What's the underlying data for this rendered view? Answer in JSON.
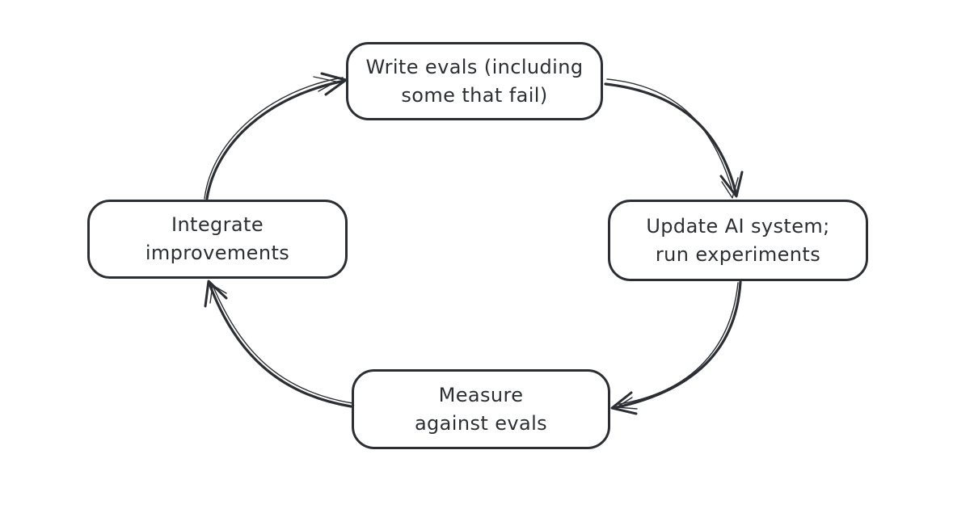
{
  "diagram": {
    "type": "cycle-flowchart",
    "style": "hand-drawn",
    "colors": {
      "background": "#ffffff",
      "stroke": "#2b2f33",
      "node_fill": "#ffffff"
    },
    "nodes": [
      {
        "id": "write-evals",
        "position": "top",
        "label": "Write evals (including\nsome that fail)"
      },
      {
        "id": "update-ai-system",
        "position": "right",
        "label": "Update AI system;\nrun experiments"
      },
      {
        "id": "measure-against-evals",
        "position": "bottom",
        "label": "Measure\nagainst evals"
      },
      {
        "id": "integrate-improvements",
        "position": "left",
        "label": "Integrate\nimprovements"
      }
    ],
    "edges": [
      {
        "from": "write-evals",
        "to": "update-ai-system",
        "direction": "clockwise"
      },
      {
        "from": "update-ai-system",
        "to": "measure-against-evals",
        "direction": "clockwise"
      },
      {
        "from": "measure-against-evals",
        "to": "integrate-improvements",
        "direction": "clockwise"
      },
      {
        "from": "integrate-improvements",
        "to": "write-evals",
        "direction": "clockwise"
      }
    ]
  }
}
